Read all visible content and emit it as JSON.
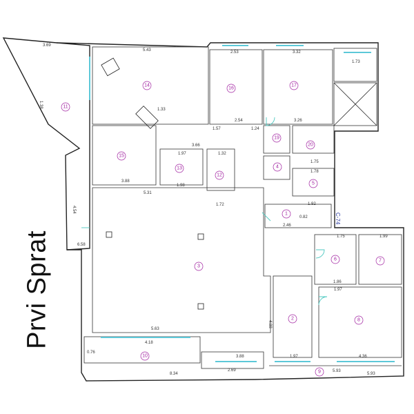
{
  "title": "Prvi Sprat",
  "stair_label": "C-74",
  "rooms": [
    {
      "num": "1"
    },
    {
      "num": "2"
    },
    {
      "num": "3"
    },
    {
      "num": "4"
    },
    {
      "num": "5"
    },
    {
      "num": "6"
    },
    {
      "num": "7"
    },
    {
      "num": "8"
    },
    {
      "num": "9"
    },
    {
      "num": "10"
    },
    {
      "num": "11"
    },
    {
      "num": "12"
    },
    {
      "num": "13"
    },
    {
      "num": "14"
    },
    {
      "num": "15"
    },
    {
      "num": "16"
    },
    {
      "num": "17"
    },
    {
      "num": "19"
    },
    {
      "num": "20"
    }
  ],
  "dimensions": [
    "3.69",
    "5.43",
    "2.53",
    "3.32",
    "1.73",
    "2.54",
    "1.24",
    "3.26",
    "1.57",
    "1.33",
    "3.66",
    "1.97",
    "1.32",
    "1.75",
    "1.78",
    "3.88",
    "1.98",
    "1.72",
    "5.31",
    "1.92",
    "2.46",
    "1.75",
    "1.99",
    "1.86",
    "1.97",
    "5.63",
    "4.18",
    "3.88",
    "2.69",
    "1.97",
    "4.36",
    "8.34",
    "5.93",
    "5.93",
    "4.88",
    "4.54",
    "1.38",
    "6.58",
    "0.76",
    "0.82"
  ]
}
